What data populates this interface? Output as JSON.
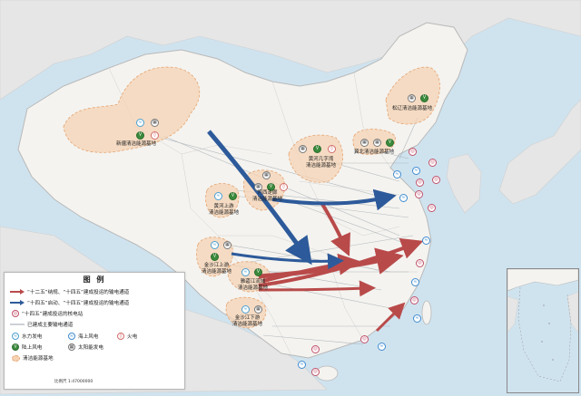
{
  "legend": {
    "title": "图 例",
    "items": [
      {
        "label": "“十二五”纳规、“十四五”建成投运的输电通道",
        "color": "#b94a4a"
      },
      {
        "label": "“十四五”启动、“十四五”建成投运的输电通道",
        "color": "#2d5a9a"
      },
      {
        "label": "“十四五”建成投运的核电站",
        "color": "#c0506a"
      },
      {
        "label": "已建成主要输电通道",
        "color": "#9aa3ae"
      }
    ],
    "col_items": [
      {
        "label": "水力发电",
        "icon": "hydro-icon"
      },
      {
        "label": "海上风电",
        "icon": "offshore-wind-icon"
      },
      {
        "label": "火电",
        "icon": "thermal-icon"
      },
      {
        "label": "陆上风电",
        "icon": "wind-icon"
      },
      {
        "label": "太阳能发电",
        "icon": "solar-icon"
      },
      {
        "label": "清洁能源基地",
        "icon": "clean-base-swatch"
      }
    ]
  },
  "bases": [
    {
      "label": "新疆清洁能源基地"
    },
    {
      "label": "松辽清洁能源基地"
    },
    {
      "label": "冀北清洁能源基地"
    },
    {
      "label": "黄河几字湾\n清洁能源基地"
    },
    {
      "label": "河西走廊\n清洁能源基地"
    },
    {
      "label": "黄河上游\n清洁能源基地"
    },
    {
      "label": "金沙江上游\n清洁能源基地"
    },
    {
      "label": "雅砻江流域\n清洁能源基地"
    },
    {
      "label": "金沙江下游\n清洁能源基地"
    }
  ],
  "scale": {
    "text": "比例尺  1:47000000"
  },
  "colors": {
    "sea": "#cfe3ef",
    "land": "#f4f3ef",
    "base_fill": "#f5d3b4",
    "red_arrow": "#b94a4a",
    "blue_arrow": "#2d5a9a"
  }
}
